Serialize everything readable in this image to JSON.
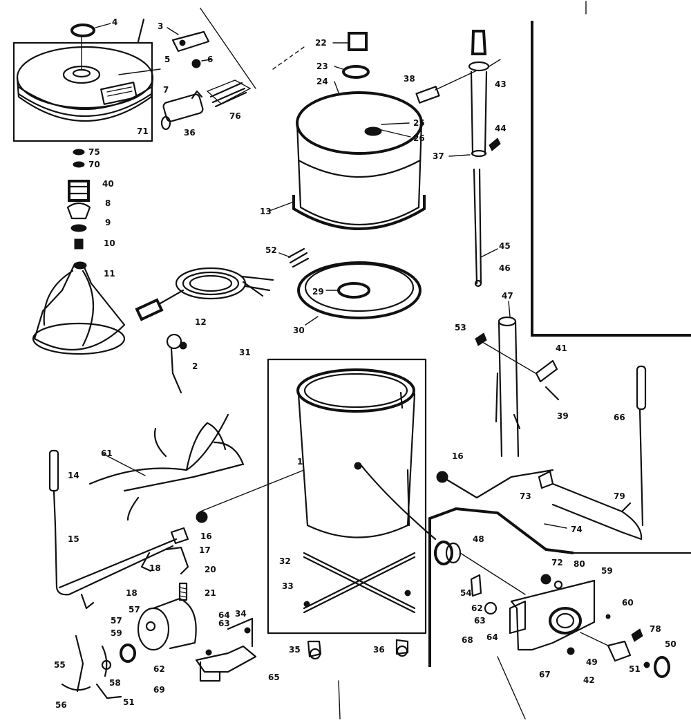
{
  "callouts": [
    {
      "id": "c4",
      "text": "4"
    },
    {
      "id": "c3",
      "text": "3"
    },
    {
      "id": "c5",
      "text": "5"
    },
    {
      "id": "c6",
      "text": "6"
    },
    {
      "id": "c7",
      "text": "7"
    },
    {
      "id": "c76",
      "text": "76"
    },
    {
      "id": "c36a",
      "text": "36"
    },
    {
      "id": "c71",
      "text": "71"
    },
    {
      "id": "c75",
      "text": "75"
    },
    {
      "id": "c70",
      "text": "70"
    },
    {
      "id": "c40",
      "text": "40"
    },
    {
      "id": "c8",
      "text": "8"
    },
    {
      "id": "c9",
      "text": "9"
    },
    {
      "id": "c10",
      "text": "10"
    },
    {
      "id": "c11",
      "text": "11"
    },
    {
      "id": "c12",
      "text": "12"
    },
    {
      "id": "c2",
      "text": "2"
    },
    {
      "id": "c22",
      "text": "22"
    },
    {
      "id": "c23",
      "text": "23"
    },
    {
      "id": "c24",
      "text": "24"
    },
    {
      "id": "c38",
      "text": "38"
    },
    {
      "id": "c25",
      "text": "25"
    },
    {
      "id": "c26",
      "text": "26"
    },
    {
      "id": "c13",
      "text": "13"
    },
    {
      "id": "c52",
      "text": "52"
    },
    {
      "id": "c29",
      "text": "29"
    },
    {
      "id": "c30",
      "text": "30"
    },
    {
      "id": "c43",
      "text": "43"
    },
    {
      "id": "c44",
      "text": "44"
    },
    {
      "id": "c37",
      "text": "37"
    },
    {
      "id": "c45",
      "text": "45"
    },
    {
      "id": "c46",
      "text": "46"
    },
    {
      "id": "c47",
      "text": "47"
    },
    {
      "id": "c53",
      "text": "53"
    },
    {
      "id": "c41",
      "text": "41"
    },
    {
      "id": "c39",
      "text": "39"
    },
    {
      "id": "c31",
      "text": "31"
    },
    {
      "id": "c1",
      "text": "1"
    },
    {
      "id": "c61",
      "text": "61"
    },
    {
      "id": "c14",
      "text": "14"
    },
    {
      "id": "c15",
      "text": "15"
    },
    {
      "id": "c16a",
      "text": "16"
    },
    {
      "id": "c16b",
      "text": "16"
    },
    {
      "id": "c17",
      "text": "17"
    },
    {
      "id": "c18a",
      "text": "18"
    },
    {
      "id": "c18b",
      "text": "18"
    },
    {
      "id": "c20",
      "text": "20"
    },
    {
      "id": "c21",
      "text": "21"
    },
    {
      "id": "c32",
      "text": "32"
    },
    {
      "id": "c33",
      "text": "33"
    },
    {
      "id": "c34",
      "text": "34"
    },
    {
      "id": "c35",
      "text": "35"
    },
    {
      "id": "c36b",
      "text": "36"
    },
    {
      "id": "c57a",
      "text": "57"
    },
    {
      "id": "c57b",
      "text": "57"
    },
    {
      "id": "c59a",
      "text": "59"
    },
    {
      "id": "c55",
      "text": "55"
    },
    {
      "id": "c58",
      "text": "58"
    },
    {
      "id": "c56",
      "text": "56"
    },
    {
      "id": "c51a",
      "text": "51"
    },
    {
      "id": "c62a",
      "text": "62"
    },
    {
      "id": "c63a",
      "text": "63"
    },
    {
      "id": "c64a",
      "text": "64"
    },
    {
      "id": "c65",
      "text": "65"
    },
    {
      "id": "c66",
      "text": "66"
    },
    {
      "id": "c69",
      "text": "69"
    },
    {
      "id": "c73",
      "text": "73"
    },
    {
      "id": "c74",
      "text": "74"
    },
    {
      "id": "c79",
      "text": "79"
    },
    {
      "id": "c48",
      "text": "48"
    },
    {
      "id": "c72",
      "text": "72"
    },
    {
      "id": "c80",
      "text": "80"
    },
    {
      "id": "c59b",
      "text": "59"
    },
    {
      "id": "c54",
      "text": "54"
    },
    {
      "id": "c62b",
      "text": "62"
    },
    {
      "id": "c63b",
      "text": "63"
    },
    {
      "id": "c64b",
      "text": "64"
    },
    {
      "id": "c68",
      "text": "68"
    },
    {
      "id": "c60",
      "text": "60"
    },
    {
      "id": "c78",
      "text": "78"
    },
    {
      "id": "c50",
      "text": "50"
    },
    {
      "id": "c49",
      "text": "49"
    },
    {
      "id": "c42",
      "text": "42"
    },
    {
      "id": "c51b",
      "text": "51"
    },
    {
      "id": "c67",
      "text": "67"
    }
  ]
}
